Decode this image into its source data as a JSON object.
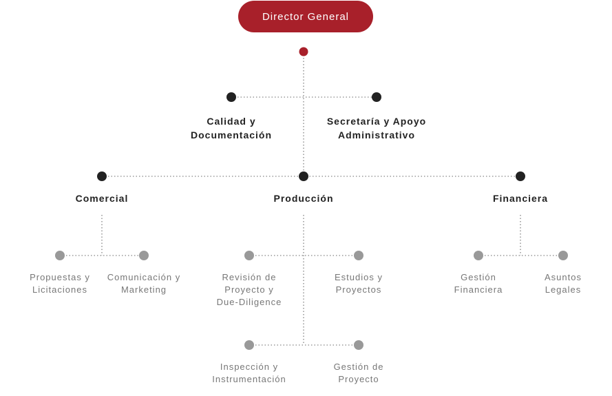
{
  "root": {
    "label": "Director General"
  },
  "staff": [
    {
      "id": "calidad",
      "lines": [
        "Calidad y",
        "Documentación"
      ]
    },
    {
      "id": "secretaria",
      "lines": [
        "Secretaría y Apoyo",
        "Administrativo"
      ]
    }
  ],
  "departments": [
    {
      "id": "comercial",
      "label": "Comercial"
    },
    {
      "id": "produccion",
      "label": "Producción"
    },
    {
      "id": "financiera",
      "label": "Financiera"
    }
  ],
  "units": [
    {
      "id": "propuestas",
      "parent": "comercial",
      "lines": [
        "Propuestas y",
        "Licitaciones"
      ]
    },
    {
      "id": "comunicacion",
      "parent": "comercial",
      "lines": [
        "Comunicación y",
        "Marketing"
      ]
    },
    {
      "id": "revision",
      "parent": "produccion",
      "lines": [
        "Revisión de",
        "Proyecto y",
        "Due-Diligence"
      ]
    },
    {
      "id": "estudios",
      "parent": "produccion",
      "lines": [
        "Estudios y",
        "Proyectos"
      ]
    },
    {
      "id": "inspeccion",
      "parent": "produccion",
      "lines": [
        "Inspección y",
        "Instrumentación"
      ]
    },
    {
      "id": "gestion-proyecto",
      "parent": "produccion",
      "lines": [
        "Gestión de",
        "Proyecto"
      ]
    },
    {
      "id": "gestion-financiera",
      "parent": "financiera",
      "lines": [
        "Gestión",
        "Financiera"
      ]
    },
    {
      "id": "asuntos-legales",
      "parent": "financiera",
      "lines": [
        "Asuntos",
        "Legales"
      ]
    }
  ],
  "colors": {
    "accent": "#a8202a",
    "node_dark": "#222222",
    "node_light": "#999999",
    "connector": "#999999"
  }
}
